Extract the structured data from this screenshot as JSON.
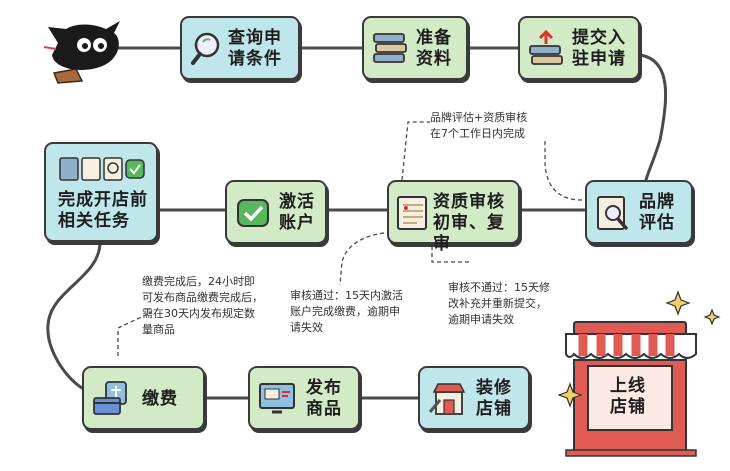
{
  "diagram": {
    "steps": {
      "query_conditions": "查询申\n请条件",
      "prepare_materials": "准备\n资料",
      "submit_application": "提交入\n驻申请",
      "brand_evaluation": "品牌\n评估",
      "qualification_review": "资质审核\n初审、复审",
      "activate_account": "激活\n账户",
      "complete_tasks": "完成开店前\n相关任务",
      "pay_fee": "缴费",
      "publish_products": "发布\n商品",
      "decorate_store": "装修\n店铺",
      "store_online": "上线\n店铺"
    },
    "notes": {
      "brand_eval_note": "品牌评估+资质审核\n在7个工作日内完成",
      "review_pass_note": "审核通过：15天内激活\n账户完成缴费，逾期申\n请失效",
      "review_fail_note": "审核不通过：15天修\n改补充并重新提交，\n逾期申请失效",
      "fee_note": "缴费完成后，24小时即\n可发布商品缴费完成后，\n需在30天内发布规定数\n量商品"
    },
    "colors": {
      "box_blue": "#bfe6ea",
      "box_green": "#d2eac6",
      "line": "#4a4a4a",
      "store_red": "#e15b55"
    }
  }
}
